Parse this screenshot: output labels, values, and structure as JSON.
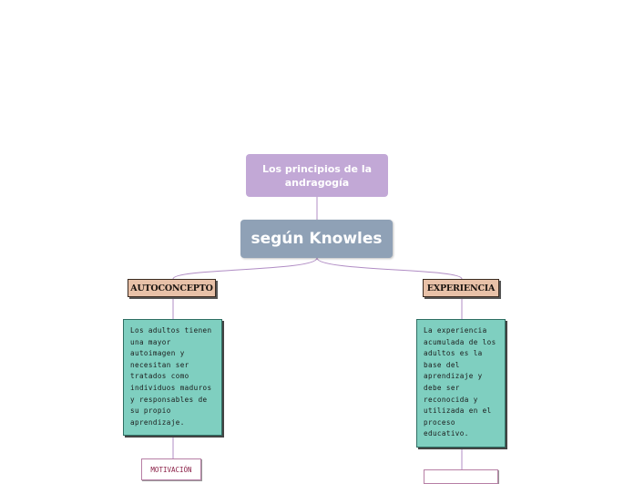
{
  "map": {
    "title": "Los principios de la andragogía",
    "central": "según Knowles",
    "left": {
      "tag": "AUTOCONCEPTO",
      "note": "Los adultos tienen una mayor autoimagen y necesitan ser tratados como individuos maduros y responsables de su propio aprendizaje.",
      "child": "MOTIVACIÓN"
    },
    "right": {
      "tag": "EXPERIENCIA",
      "note": "La experiencia acumulada de los adultos es la base del aprendizaje y debe ser reconocida y utilizada en el proceso educativo.",
      "child": ""
    }
  },
  "colors": {
    "title_bg": "#c2a8d6",
    "central_bg": "#8fa1b6",
    "tag_bg": "#e8c1a8",
    "note_bg": "#7fcfc0",
    "connector": "#b08cc4"
  }
}
